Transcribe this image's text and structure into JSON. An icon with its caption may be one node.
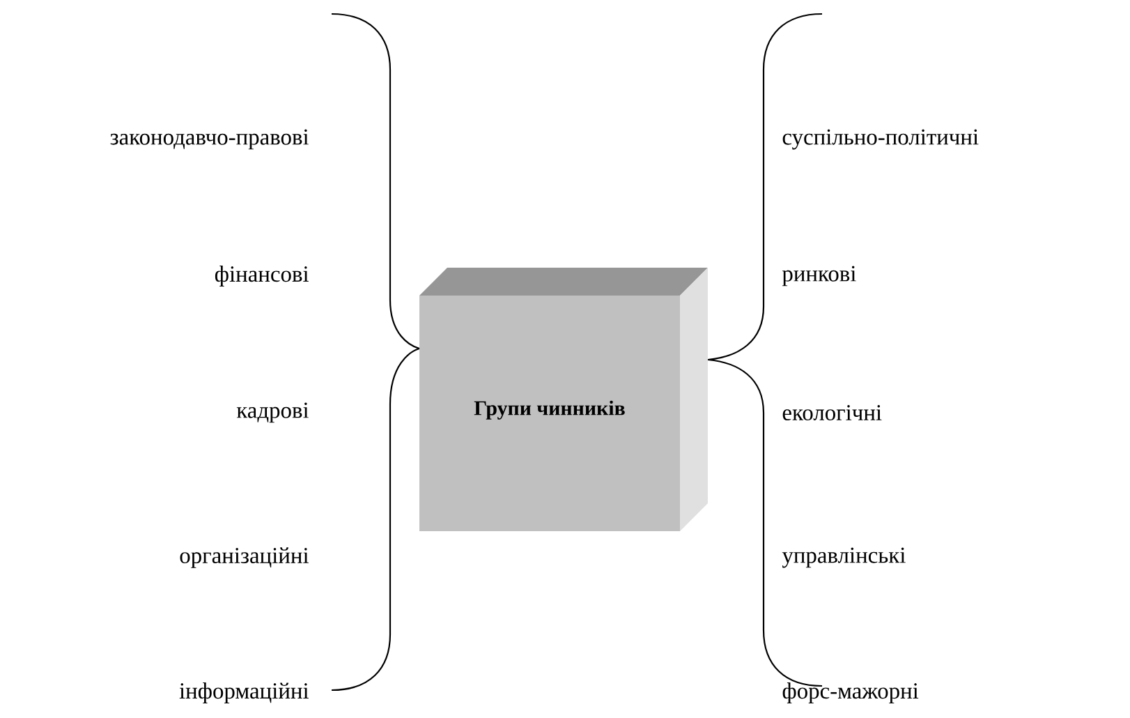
{
  "diagram": {
    "nodes": [
      {
        "text": [
          "Групи чинників"
        ]
      }
    ],
    "labels": [
      "законодавчо-правові",
      "суспільно-політичні",
      "фінансові",
      "ринкові",
      "кадрові",
      "екологічні",
      "організаційні",
      "управлінські",
      "інформаційні",
      "форс-мажорні"
    ]
  }
}
